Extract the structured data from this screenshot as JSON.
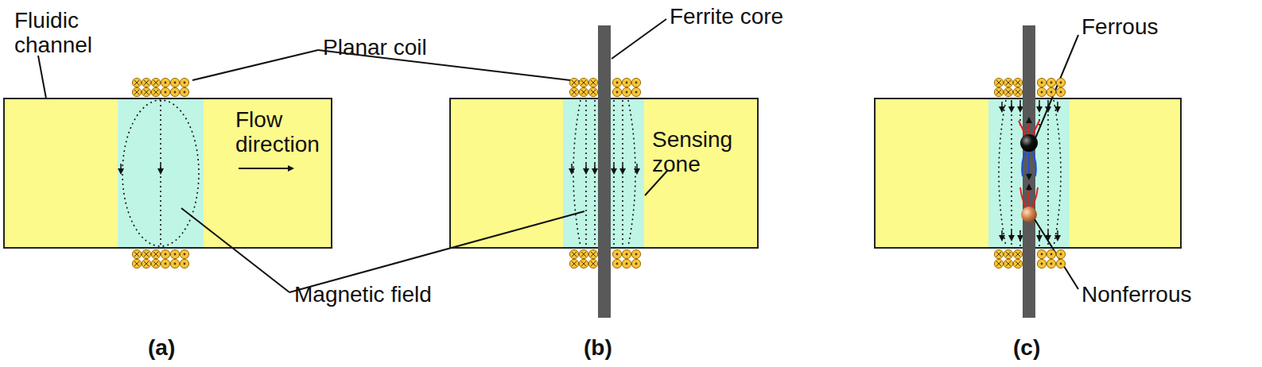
{
  "diagram": {
    "labels": [
      "Fluidic channel",
      "Planar coil",
      "Ferrite core",
      "Flow direction",
      "Sensing zone",
      "Magnetic field",
      "Ferrous",
      "Nonferrous",
      "(a)",
      "(b)",
      "(c)"
    ]
  }
}
